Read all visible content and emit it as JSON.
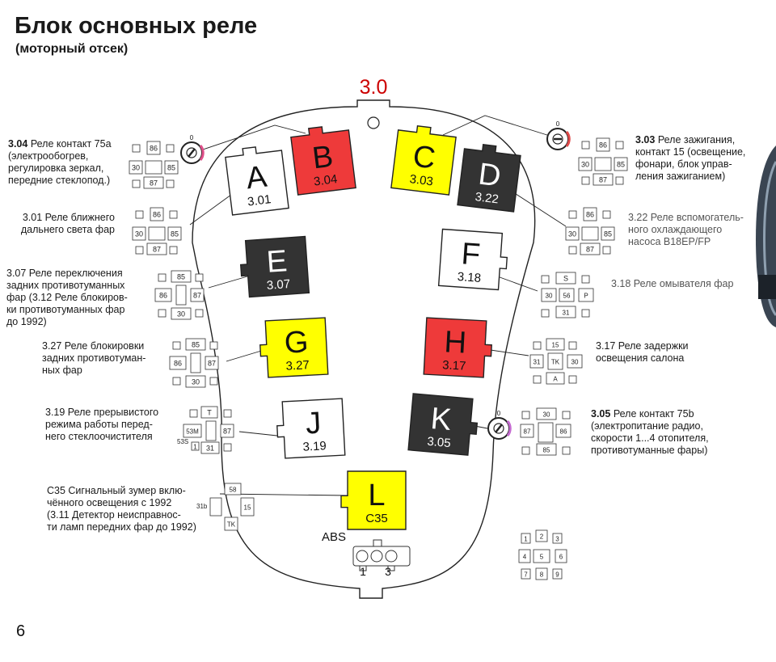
{
  "header": {
    "title": "Блок основных реле",
    "subtitle": "(моторный отсек)"
  },
  "page_number": "6",
  "block_label": "3.0",
  "colors": {
    "red": "#ee3a3a",
    "yellow": "#ffff00",
    "dark": "#333333",
    "white": "#ffffff",
    "block_label": "#cc0000"
  },
  "relays": [
    {
      "letter": "A",
      "code": "3.01",
      "color": "white"
    },
    {
      "letter": "B",
      "code": "3.04",
      "color": "red"
    },
    {
      "letter": "C",
      "code": "3.03",
      "color": "yellow"
    },
    {
      "letter": "D",
      "code": "3.22",
      "color": "dark"
    },
    {
      "letter": "E",
      "code": "3.07",
      "color": "dark"
    },
    {
      "letter": "F",
      "code": "3.18",
      "color": "white"
    },
    {
      "letter": "G",
      "code": "3.27",
      "color": "yellow"
    },
    {
      "letter": "H",
      "code": "3.17",
      "color": "red"
    },
    {
      "letter": "J",
      "code": "3.19",
      "color": "white"
    },
    {
      "letter": "K",
      "code": "3.05",
      "color": "dark"
    },
    {
      "letter": "L",
      "code": "C35",
      "color": "yellow"
    }
  ],
  "labels": {
    "r304": {
      "num": "3.04",
      "lines": [
        "Реле контакт 75а",
        "(электрообогрев,",
        "регулировка зеркал,",
        "передние стеклопод.)"
      ]
    },
    "r301": {
      "lines": [
        "3.01 Реле ближнего",
        "дальнего света фар"
      ]
    },
    "r307": {
      "lines": [
        "3.07 Реле переключения",
        "задних противотуманных",
        "фар (3.12 Реле блокиров-",
        "ки противотуманных фар",
        "до 1992)"
      ]
    },
    "r327": {
      "lines": [
        "3.27 Реле блокировки",
        "задних противотуман-",
        "ных фар"
      ]
    },
    "r319": {
      "lines": [
        "3.19 Реле прерывистого",
        "режима работы перед-",
        "него стеклоочистителя"
      ]
    },
    "c35": {
      "lines": [
        "С35 Сигнальный зумер вклю-",
        "чённого освещения с 1992",
        "(3.11 Детектор неисправнос-",
        "ти ламп передних фар до 1992)"
      ]
    },
    "r303": {
      "num": "3.03",
      "lines": [
        "Реле зажигания,",
        "контакт 15 (освещение,",
        "фонари, блок управ-",
        "ления зажиганием)"
      ]
    },
    "r322": {
      "lines": [
        "3.22 Реле вспомогатель-",
        "ного охлаждающего",
        "насоса B18EP/FP"
      ]
    },
    "r318": {
      "lines": [
        "3.18 Реле омывателя фар"
      ]
    },
    "r317": {
      "lines": [
        "3.17 Реле задержки",
        "освещения салона"
      ]
    },
    "r305": {
      "num": "3.05",
      "lines": [
        "Реле контакт 75b",
        "(электропитание радио,",
        "скорости 1...4 отопителя,",
        "противотуманные фары)"
      ]
    }
  },
  "pins": {
    "p304": [
      "86",
      "30",
      "85",
      "87"
    ],
    "p301": [
      "86",
      "30",
      "85",
      "87"
    ],
    "p307": [
      "85",
      "86",
      "87",
      "30"
    ],
    "p327": [
      "85",
      "86",
      "87",
      "30"
    ],
    "p319": [
      "T",
      "53M",
      "87",
      "53S",
      "31"
    ],
    "pc35": [
      "58",
      "31b",
      "15",
      "TK"
    ],
    "p303": [
      "86",
      "30",
      "85",
      "87"
    ],
    "p322": [
      "86",
      "30",
      "85",
      "87"
    ],
    "p318": [
      "S",
      "30",
      "56",
      "P",
      "31"
    ],
    "p317": [
      "15",
      "31",
      "TK",
      "30",
      "A"
    ],
    "p305": [
      "30",
      "87",
      "86",
      "85"
    ]
  },
  "abs": {
    "label": "ABS",
    "pin1": "1",
    "pin3": "3"
  },
  "grid": [
    "1",
    "2",
    "3",
    "4",
    "5",
    "6",
    "7",
    "8",
    "9"
  ]
}
